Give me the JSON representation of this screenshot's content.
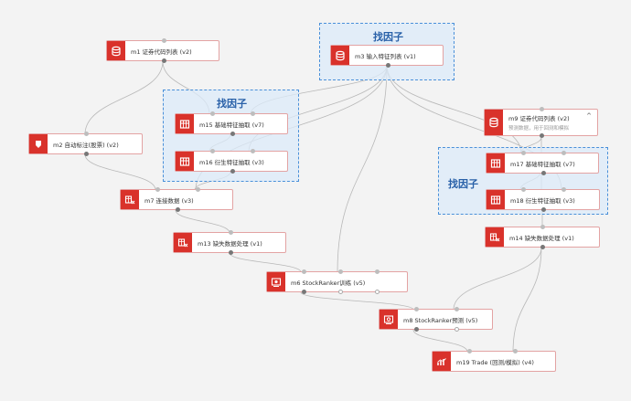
{
  "groups": [
    {
      "id": "g1",
      "title": "找因子"
    },
    {
      "id": "g2",
      "title": "找因子"
    },
    {
      "id": "g3",
      "title": "找因子"
    }
  ],
  "nodes": {
    "m1": {
      "label": "m1 证券代码列表 (v2)",
      "icon": "database-icon"
    },
    "m3": {
      "label": "m3 输入特征列表 (v1)",
      "icon": "database-icon"
    },
    "m2": {
      "label": "m2 自动标注(股票) (v2)",
      "icon": "tag-icon"
    },
    "m15": {
      "label": "m15 基础特征抽取 (v7)",
      "icon": "feature-icon"
    },
    "m16": {
      "label": "m16 衍生特征抽取 (v3)",
      "icon": "feature-icon"
    },
    "m9": {
      "label": "m9 证券代码列表 (v2)",
      "sub": "预测数据，用于回测和模拟",
      "icon": "database-icon",
      "collapse": "^"
    },
    "m17": {
      "label": "m17 基础特征抽取 (v7)",
      "icon": "feature-icon"
    },
    "m18": {
      "label": "m18 衍生特征抽取 (v3)",
      "icon": "feature-icon"
    },
    "m7": {
      "label": "m7 连接数据 (v3)",
      "icon": "join-icon"
    },
    "m14": {
      "label": "m14 缺失数据处理 (v1)",
      "icon": "join-icon"
    },
    "m13": {
      "label": "m13 缺失数据处理 (v1)",
      "icon": "join-icon"
    },
    "m6": {
      "label": "m6 StockRanker训练 (v5)",
      "icon": "train-icon"
    },
    "m8": {
      "label": "m8 StockRanker预测 (v5)",
      "icon": "predict-icon"
    },
    "m19": {
      "label": "m19 Trade (回测/模拟) (v4)",
      "icon": "chart-icon"
    }
  },
  "colors": {
    "accent": "#d9322b",
    "group_border": "#4a90d9",
    "group_bg": "#dcebfa",
    "wire": "#b8b8b8"
  }
}
